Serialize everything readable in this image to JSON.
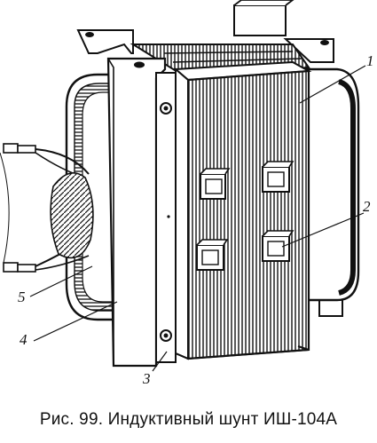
{
  "figure": {
    "caption": "Рис. 99. Индуктивный шунт ИШ-104А",
    "callouts": [
      {
        "id": "1",
        "label": "1"
      },
      {
        "id": "2",
        "label": "2"
      },
      {
        "id": "3",
        "label": "3"
      },
      {
        "id": "4",
        "label": "4"
      },
      {
        "id": "5",
        "label": "5"
      }
    ]
  },
  "colors": {
    "ink": "#111111",
    "paper": "#ffffff"
  }
}
